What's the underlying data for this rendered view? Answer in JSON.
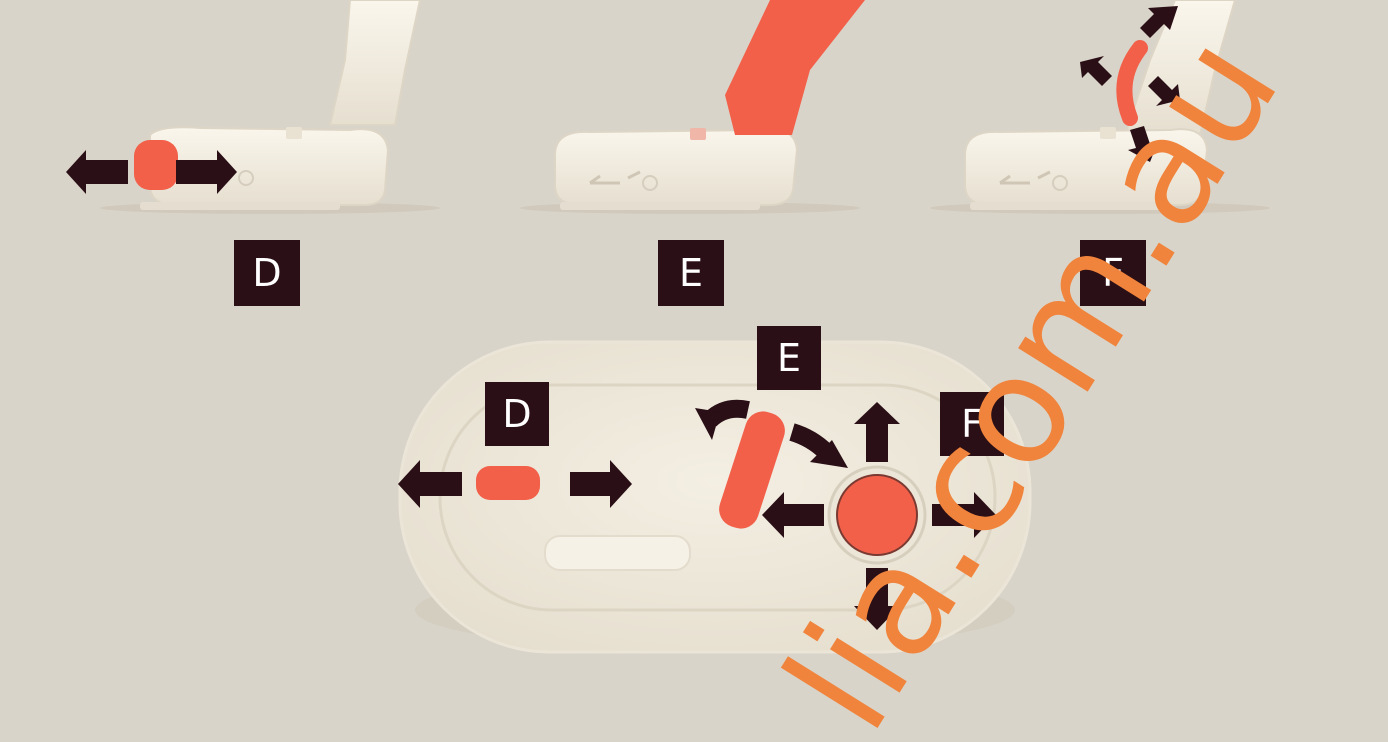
{
  "labels": {
    "top_d": "D",
    "top_e": "E",
    "top_f": "F",
    "panel_d": "D",
    "panel_e": "E",
    "panel_f": "F"
  },
  "watermark": {
    "text": "lia.com.au"
  },
  "colors": {
    "background": "#d9d4c9",
    "accent": "#f2604a",
    "arrow": "#2a0f16",
    "seat": "#f4efe3",
    "label_bg": "#2a0f16",
    "watermark": "#f0843c"
  }
}
